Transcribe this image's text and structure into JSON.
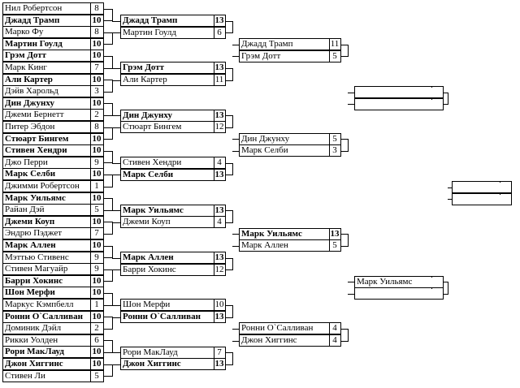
{
  "rounds": [
    [
      {
        "name": "Нил Робертсон",
        "score": "8",
        "winner": false
      },
      {
        "name": "Джадд Трамп",
        "score": "10",
        "winner": true
      },
      {
        "name": "Марко Фу",
        "score": "8",
        "winner": false
      },
      {
        "name": "Мартин Гоулд",
        "score": "10",
        "winner": true
      },
      {
        "name": "Грэм Дотт",
        "score": "10",
        "winner": true
      },
      {
        "name": "Марк Кинг",
        "score": "7",
        "winner": false
      },
      {
        "name": "Али Картер",
        "score": "10",
        "winner": true
      },
      {
        "name": "Дэйв Харольд",
        "score": "3",
        "winner": false
      },
      {
        "name": "Дин Джунху",
        "score": "10",
        "winner": true
      },
      {
        "name": "Джеми Бернетт",
        "score": "2",
        "winner": false
      },
      {
        "name": "Питер Эбдон",
        "score": "8",
        "winner": false
      },
      {
        "name": "Стюарт Бингем",
        "score": "10",
        "winner": true
      },
      {
        "name": "Стивен Хендри",
        "score": "10",
        "winner": true
      },
      {
        "name": "Джо Перри",
        "score": "9",
        "winner": false
      },
      {
        "name": "Марк Селби",
        "score": "10",
        "winner": true
      },
      {
        "name": "Джимми Робертсон",
        "score": "1",
        "winner": false
      },
      {
        "name": "Марк Уильямс",
        "score": "10",
        "winner": true
      },
      {
        "name": "Райан Дэй",
        "score": "5",
        "winner": false
      },
      {
        "name": "Джеми Коуп",
        "score": "10",
        "winner": true
      },
      {
        "name": "Эндрю Пэджет",
        "score": "7",
        "winner": false
      },
      {
        "name": "Марк Аллен",
        "score": "10",
        "winner": true
      },
      {
        "name": "Мэттью Стивенс",
        "score": "9",
        "winner": false
      },
      {
        "name": "Стивен Магуайр",
        "score": "9",
        "winner": false
      },
      {
        "name": "Барри Хокинс",
        "score": "10",
        "winner": true
      },
      {
        "name": "Шон Мерфи",
        "score": "10",
        "winner": true
      },
      {
        "name": "Маркус Кэмпбелл",
        "score": "1",
        "winner": false
      },
      {
        "name": "Ронни О`Салливан",
        "score": "10",
        "winner": true
      },
      {
        "name": "Доминик Дэйл",
        "score": "2",
        "winner": false
      },
      {
        "name": "Рикки Уолден",
        "score": "6",
        "winner": false
      },
      {
        "name": "Рори МакЛауд",
        "score": "10",
        "winner": true
      },
      {
        "name": "Джон Хиггинс",
        "score": "10",
        "winner": true
      },
      {
        "name": "Стивен Ли",
        "score": "5",
        "winner": false
      }
    ],
    [
      {
        "name": "Джадд Трамп",
        "score": "13",
        "winner": true
      },
      {
        "name": "Мартин Гоулд",
        "score": "6",
        "winner": false
      },
      {
        "name": "Грэм Дотт",
        "score": "13",
        "winner": true
      },
      {
        "name": "Али Картер",
        "score": "11",
        "winner": false
      },
      {
        "name": "Дин Джунху",
        "score": "13",
        "winner": true
      },
      {
        "name": "Стюарт Бингем",
        "score": "12",
        "winner": false
      },
      {
        "name": "Стивен Хендри",
        "score": "4",
        "winner": false
      },
      {
        "name": "Марк Селби",
        "score": "13",
        "winner": true
      },
      {
        "name": "Марк Уильямс",
        "score": "13",
        "winner": true
      },
      {
        "name": "Джеми Коуп",
        "score": "4",
        "winner": false
      },
      {
        "name": "Марк Аллен",
        "score": "13",
        "winner": true
      },
      {
        "name": "Барри Хокинс",
        "score": "12",
        "winner": false
      },
      {
        "name": "Шон Мерфи",
        "score": "10",
        "winner": false
      },
      {
        "name": "Ронни О`Салливан",
        "score": "13",
        "winner": true
      },
      {
        "name": "Рори МакЛауд",
        "score": "7",
        "winner": false
      },
      {
        "name": "Джон Хиггинс",
        "score": "13",
        "winner": true
      }
    ],
    [
      {
        "name": "Джадд Трамп",
        "score": "11",
        "winner": false
      },
      {
        "name": "Грэм Дотт",
        "score": "5",
        "winner": false
      },
      {
        "name": "Дин Джунху",
        "score": "5",
        "winner": false
      },
      {
        "name": "Марк Селби",
        "score": "3",
        "winner": false
      },
      {
        "name": "Марк Уильямс",
        "score": "13",
        "winner": true
      },
      {
        "name": "Марк Аллен",
        "score": "5",
        "winner": false
      },
      {
        "name": "Ронни О`Салливан",
        "score": "4",
        "winner": false
      },
      {
        "name": "Джон Хиггинс",
        "score": "4",
        "winner": false
      }
    ],
    [
      {
        "name": "",
        "score": "",
        "winner": false
      },
      {
        "name": "",
        "score": "",
        "winner": false
      },
      {
        "name": "Марк Уильямс",
        "score": "",
        "winner": false
      },
      {
        "name": "",
        "score": "",
        "winner": false
      }
    ],
    [
      {
        "name": "",
        "score": "",
        "winner": false
      },
      {
        "name": "",
        "score": "",
        "winner": false
      }
    ]
  ]
}
